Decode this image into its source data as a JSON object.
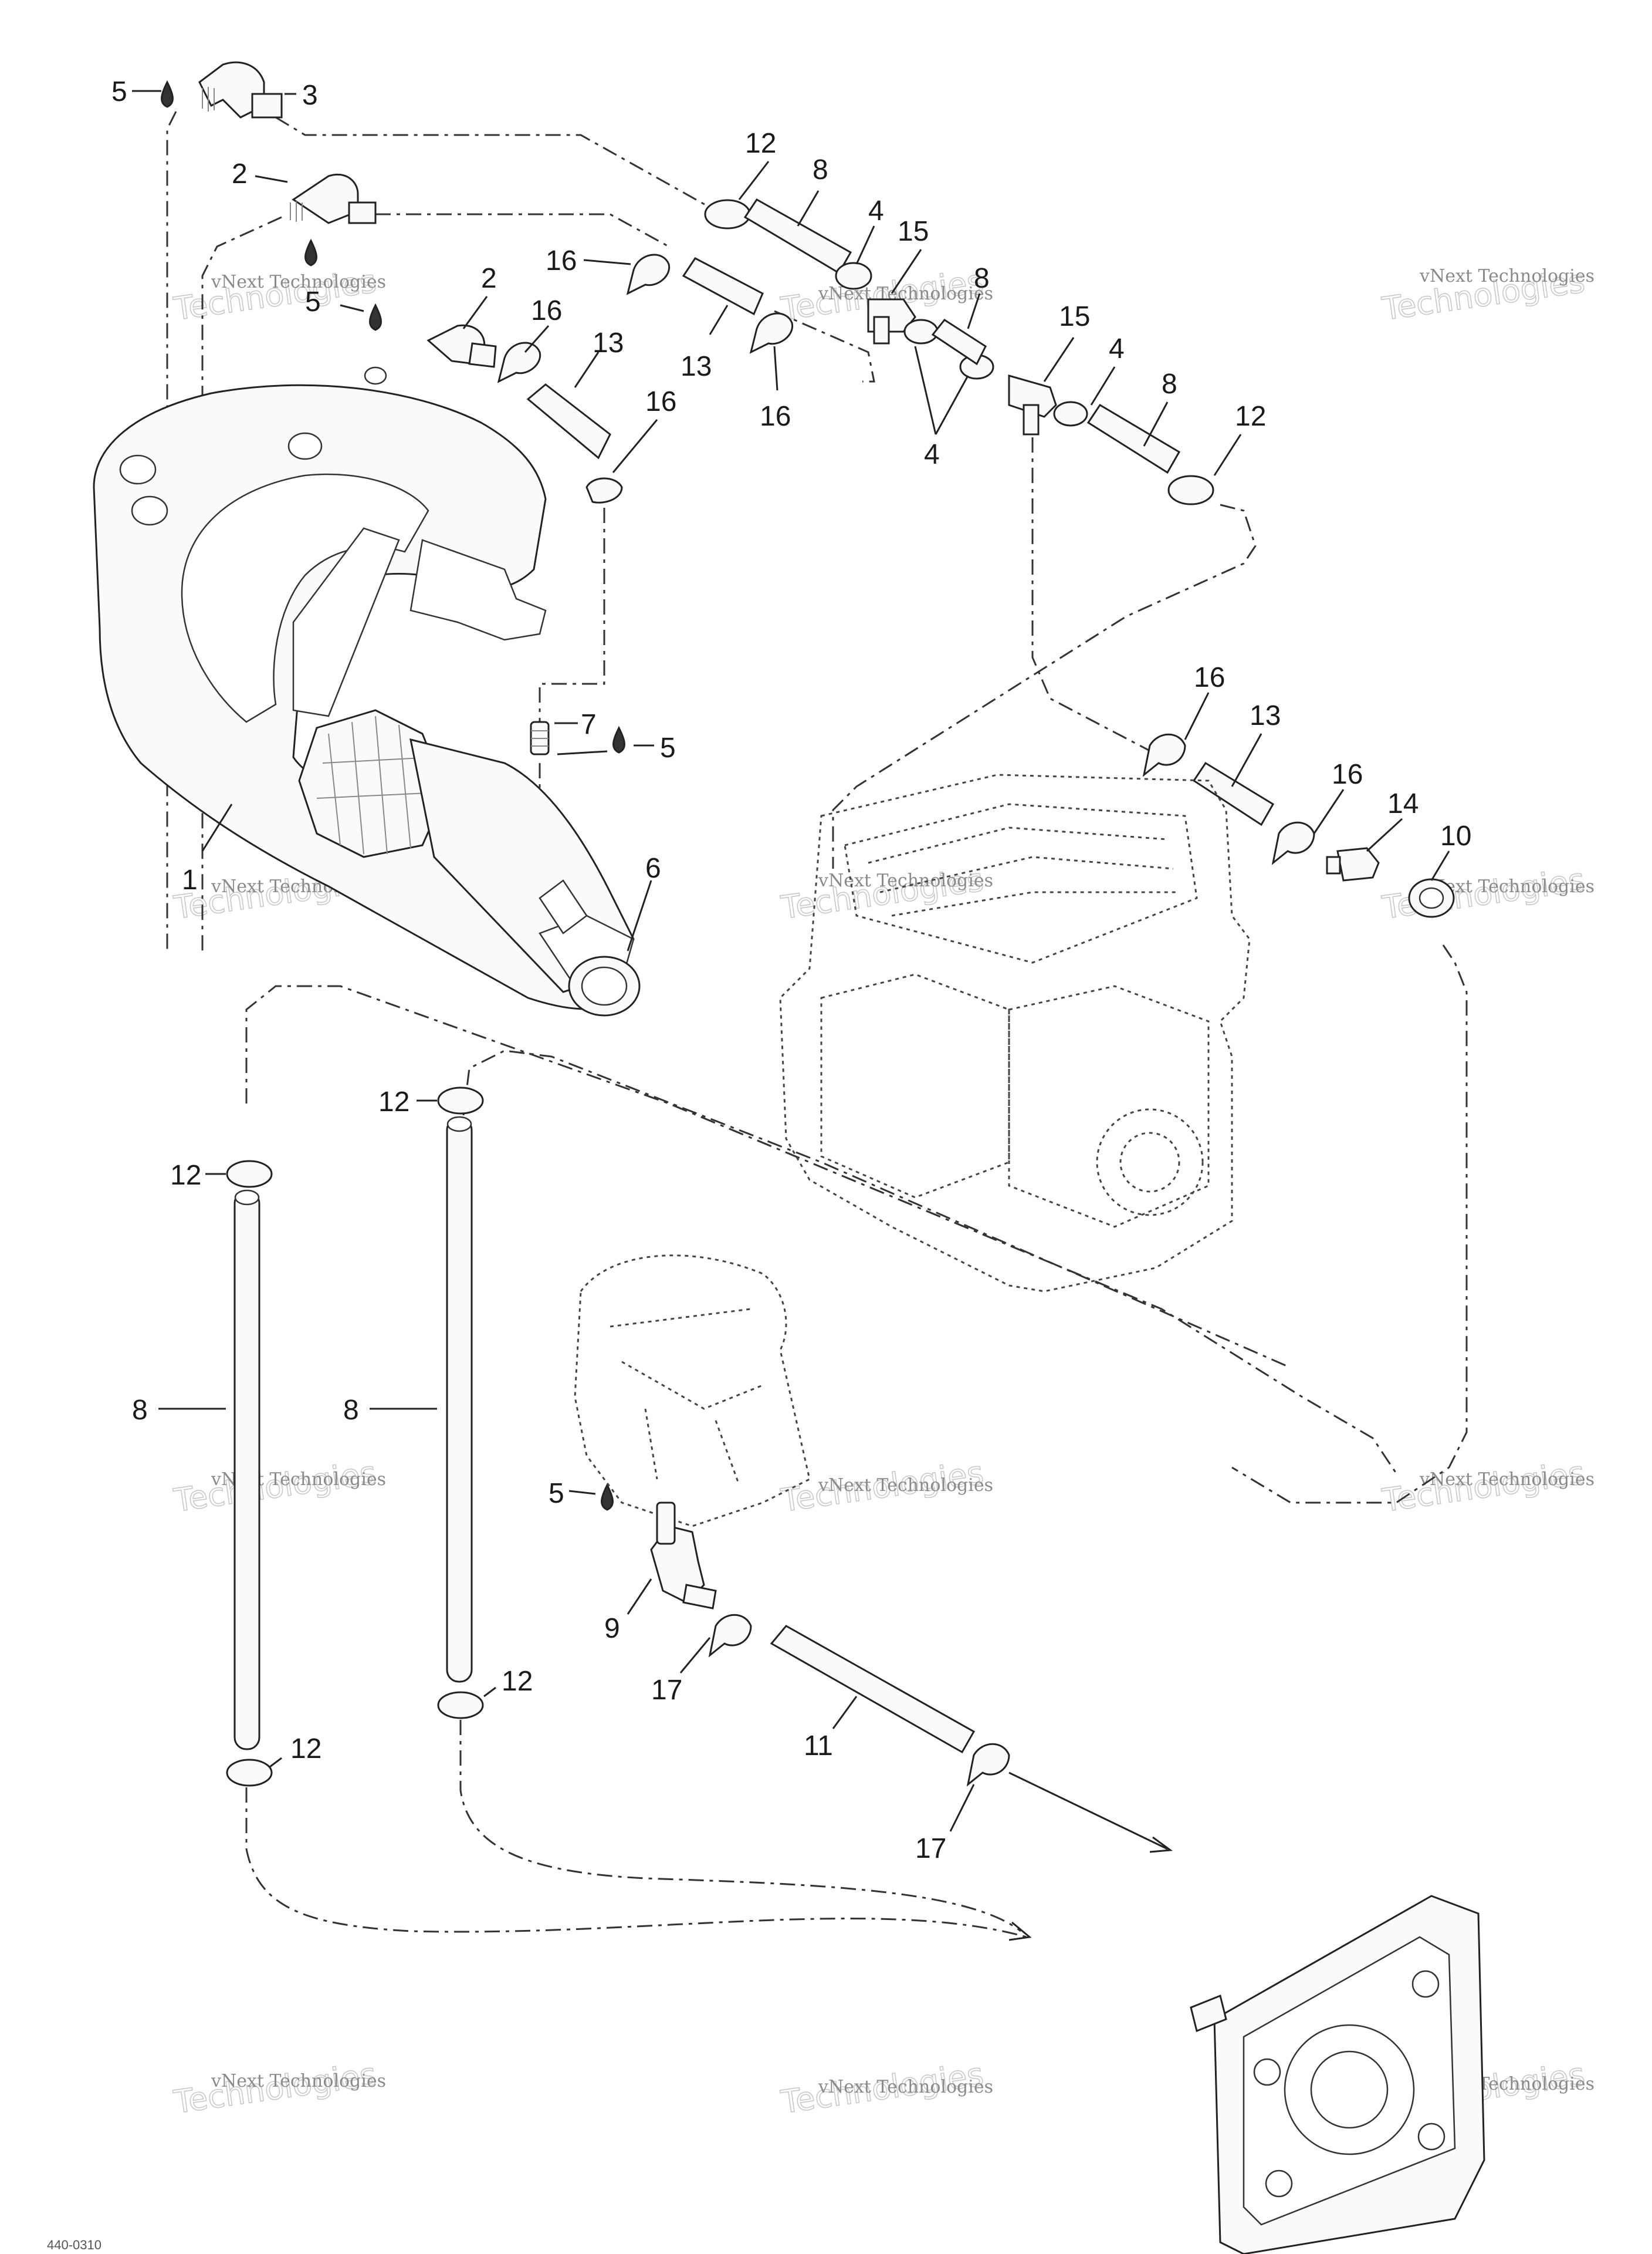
{
  "diagram": {
    "callouts": [
      {
        "label": "5"
      },
      {
        "label": "3"
      },
      {
        "label": "2"
      },
      {
        "label": "5"
      },
      {
        "label": "2"
      },
      {
        "label": "12"
      },
      {
        "label": "8"
      },
      {
        "label": "4"
      },
      {
        "label": "15"
      },
      {
        "label": "8"
      },
      {
        "label": "16"
      },
      {
        "label": "16"
      },
      {
        "label": "13"
      },
      {
        "label": "13"
      },
      {
        "label": "16"
      },
      {
        "label": "16"
      },
      {
        "label": "4"
      },
      {
        "label": "15"
      },
      {
        "label": "4"
      },
      {
        "label": "8"
      },
      {
        "label": "12"
      },
      {
        "label": "7"
      },
      {
        "label": "5"
      },
      {
        "label": "1"
      },
      {
        "label": "6"
      },
      {
        "label": "16"
      },
      {
        "label": "13"
      },
      {
        "label": "16"
      },
      {
        "label": "14"
      },
      {
        "label": "10"
      },
      {
        "label": "12"
      },
      {
        "label": "12"
      },
      {
        "label": "8"
      },
      {
        "label": "8"
      },
      {
        "label": "5"
      },
      {
        "label": "9"
      },
      {
        "label": "17"
      },
      {
        "label": "11"
      },
      {
        "label": "12"
      },
      {
        "label": "12"
      },
      {
        "label": "17"
      }
    ],
    "watermark": {
      "line1": "vNext Technologies",
      "line2": "Technologies"
    },
    "figure_ref": "440-0310"
  }
}
